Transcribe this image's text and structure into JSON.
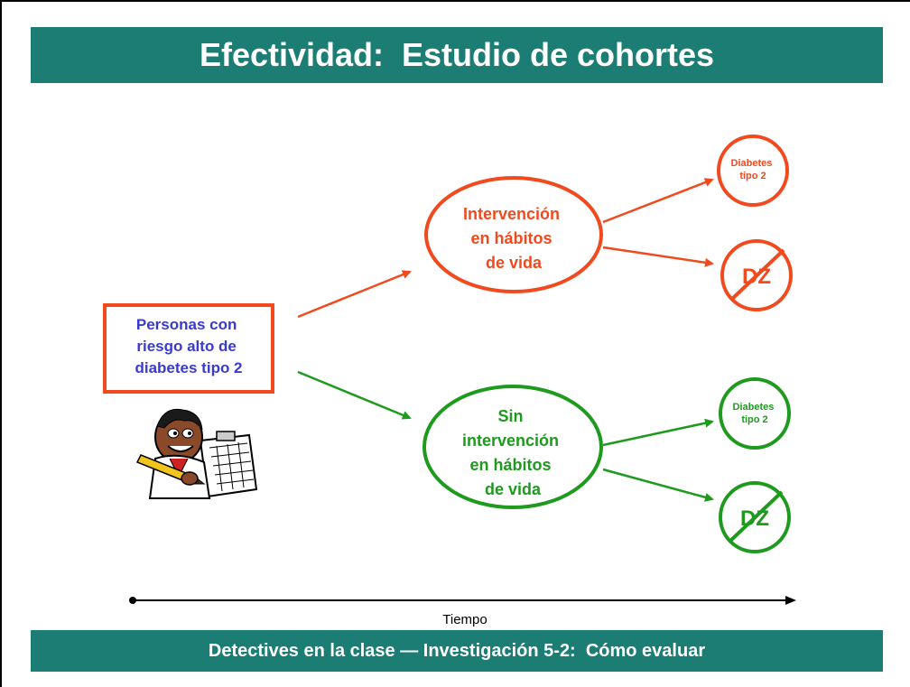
{
  "title": "Efectividad:  Estudio de cohortes",
  "footer": "Detectives en la clase — Investigación 5-2:  Cómo evaluar",
  "population": {
    "lines": [
      "Personas con",
      "riesgo alto de",
      "diabetes tipo 2"
    ]
  },
  "groups": {
    "intervention": {
      "lines": [
        "Intervención",
        "en hábitos",
        "de vida"
      ],
      "outcome_diabetes": [
        "Diabetes",
        "tipo 2"
      ],
      "outcome_no_disease": "DZ"
    },
    "no_intervention": {
      "lines": [
        "Sin",
        "intervención",
        "en hábitos",
        "de vida"
      ],
      "outcome_diabetes": [
        "Diabetes",
        "tipo 2"
      ],
      "outcome_no_disease": "DZ"
    }
  },
  "timeline": {
    "label": "Tiempo"
  },
  "colors": {
    "header_bg": "#1b7d73",
    "intervention": "#f04a1e",
    "no_intervention": "#1e9a1e",
    "population_text": "#3a3ad0",
    "population_border": "#f04a1e"
  },
  "icons": {
    "person": "detective-taking-notes-clipart"
  }
}
